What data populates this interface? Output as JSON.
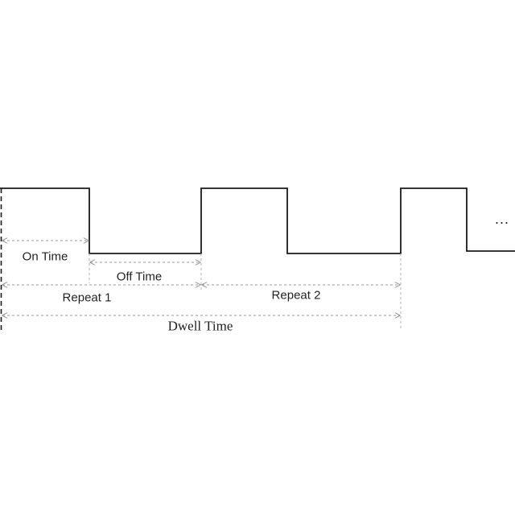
{
  "diagram": {
    "labels": {
      "on_time": "On Time",
      "off_time": "Off Time",
      "repeat_1": "Repeat 1",
      "repeat_2": "Repeat 2",
      "dwell_time": "Dwell Time",
      "continuation": "..."
    },
    "colors": {
      "waveform": "#1a1a1a",
      "dimension_lines": "#9a9a9a",
      "text": "#222222"
    }
  }
}
